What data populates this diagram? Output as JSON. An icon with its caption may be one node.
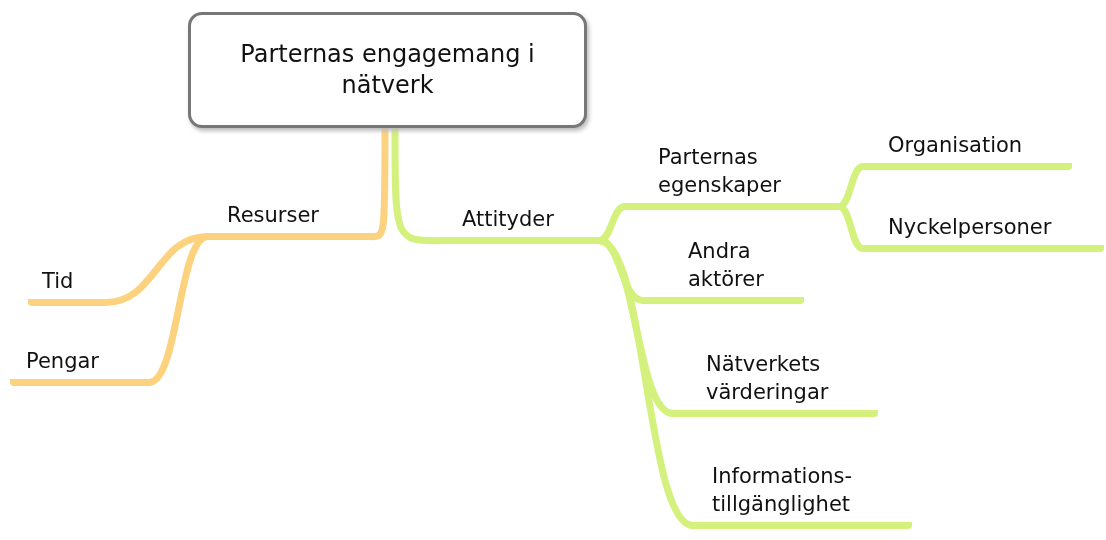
{
  "diagram": {
    "nodes": [
      {
        "text": [
          "Parternas engagemang i nätverk"
        ]
      },
      {
        "text": [
          "Resurser"
        ]
      },
      {
        "text": [
          "Tid"
        ]
      },
      {
        "text": [
          "Pengar"
        ]
      },
      {
        "text": [
          "Attityder"
        ]
      },
      {
        "text": [
          "Parternas egenskaper"
        ]
      },
      {
        "text": [
          "Organisation"
        ]
      },
      {
        "text": [
          "Nyckelpersoner"
        ]
      },
      {
        "text": [
          "Andra aktörer"
        ]
      },
      {
        "text": [
          "Nätverkets värderingar"
        ]
      },
      {
        "text": [
          "Informations- tillgänglighet"
        ]
      }
    ],
    "edges": [
      {
        "from": 0,
        "to": 1,
        "arrow": "none",
        "color": "#fcd27e"
      },
      {
        "from": 1,
        "to": 2,
        "arrow": "none",
        "color": "#fcd27e"
      },
      {
        "from": 1,
        "to": 3,
        "arrow": "none",
        "color": "#fcd27e"
      },
      {
        "from": 0,
        "to": 4,
        "arrow": "none"
      },
      {
        "from": 4,
        "to": 5,
        "arrow": "none"
      },
      {
        "from": 5,
        "to": 6,
        "arrow": "none"
      },
      {
        "from": 5,
        "to": 7,
        "arrow": "none"
      },
      {
        "from": 4,
        "to": 8,
        "arrow": "none"
      },
      {
        "from": 4,
        "to": 9,
        "arrow": "none"
      },
      {
        "from": 4,
        "to": 10,
        "arrow": "none"
      }
    ]
  }
}
